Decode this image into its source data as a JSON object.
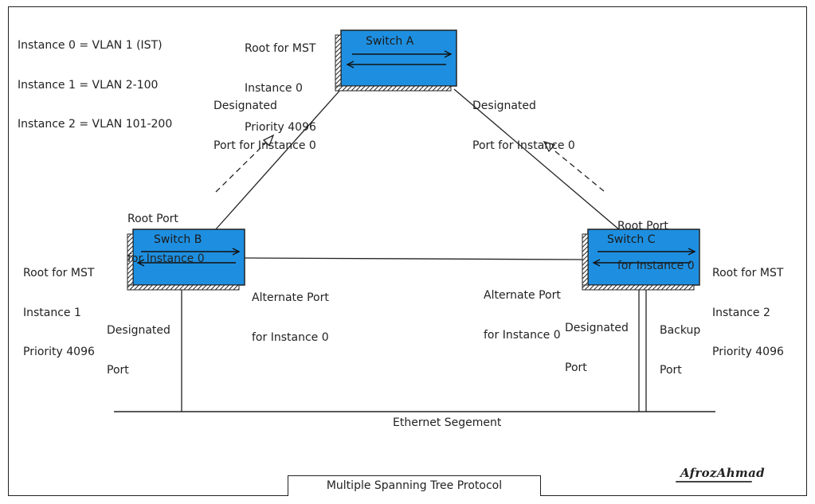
{
  "legend": [
    "Instance 0 = VLAN 1 (IST)",
    "Instance 1 = VLAN 2-100",
    "Instance 2 = VLAN 101-200"
  ],
  "switch_a": {
    "title": "Switch A",
    "root_lines": [
      "Root for MST",
      "Instance 0",
      "Priority 4096"
    ],
    "left_port_lines": [
      "Designated",
      "Port for Instance 0"
    ],
    "right_port_lines": [
      "Designated",
      "Port for Instance 0"
    ]
  },
  "switch_b": {
    "title": "Switch B",
    "root_lines": [
      "Root for MST",
      "Instance 1",
      "Priority 4096"
    ],
    "root_port_lines": [
      "Root Port",
      "for Instance 0"
    ],
    "alternate_port_lines": [
      "Alternate Port",
      "for Instance 0"
    ],
    "designated_port_lines": [
      "Designated",
      "Port"
    ]
  },
  "switch_c": {
    "title": "Switch C",
    "root_lines": [
      "Root for MST",
      "Instance 2",
      "Priority 4096"
    ],
    "root_port_lines": [
      "Root Port",
      "for Instance 0"
    ],
    "alternate_port_lines": [
      "Alternate Port",
      "for Instance 0"
    ],
    "designated_port_lines": [
      "Designated",
      "Port"
    ],
    "backup_port_lines": [
      "Backup",
      "Port"
    ]
  },
  "segment_label": "Ethernet Segement",
  "caption": "Multiple Spanning Tree Protocol",
  "logo": "AfrozAhmad",
  "colors": {
    "switch_fill": "#1e8fe0",
    "line": "#222222"
  }
}
